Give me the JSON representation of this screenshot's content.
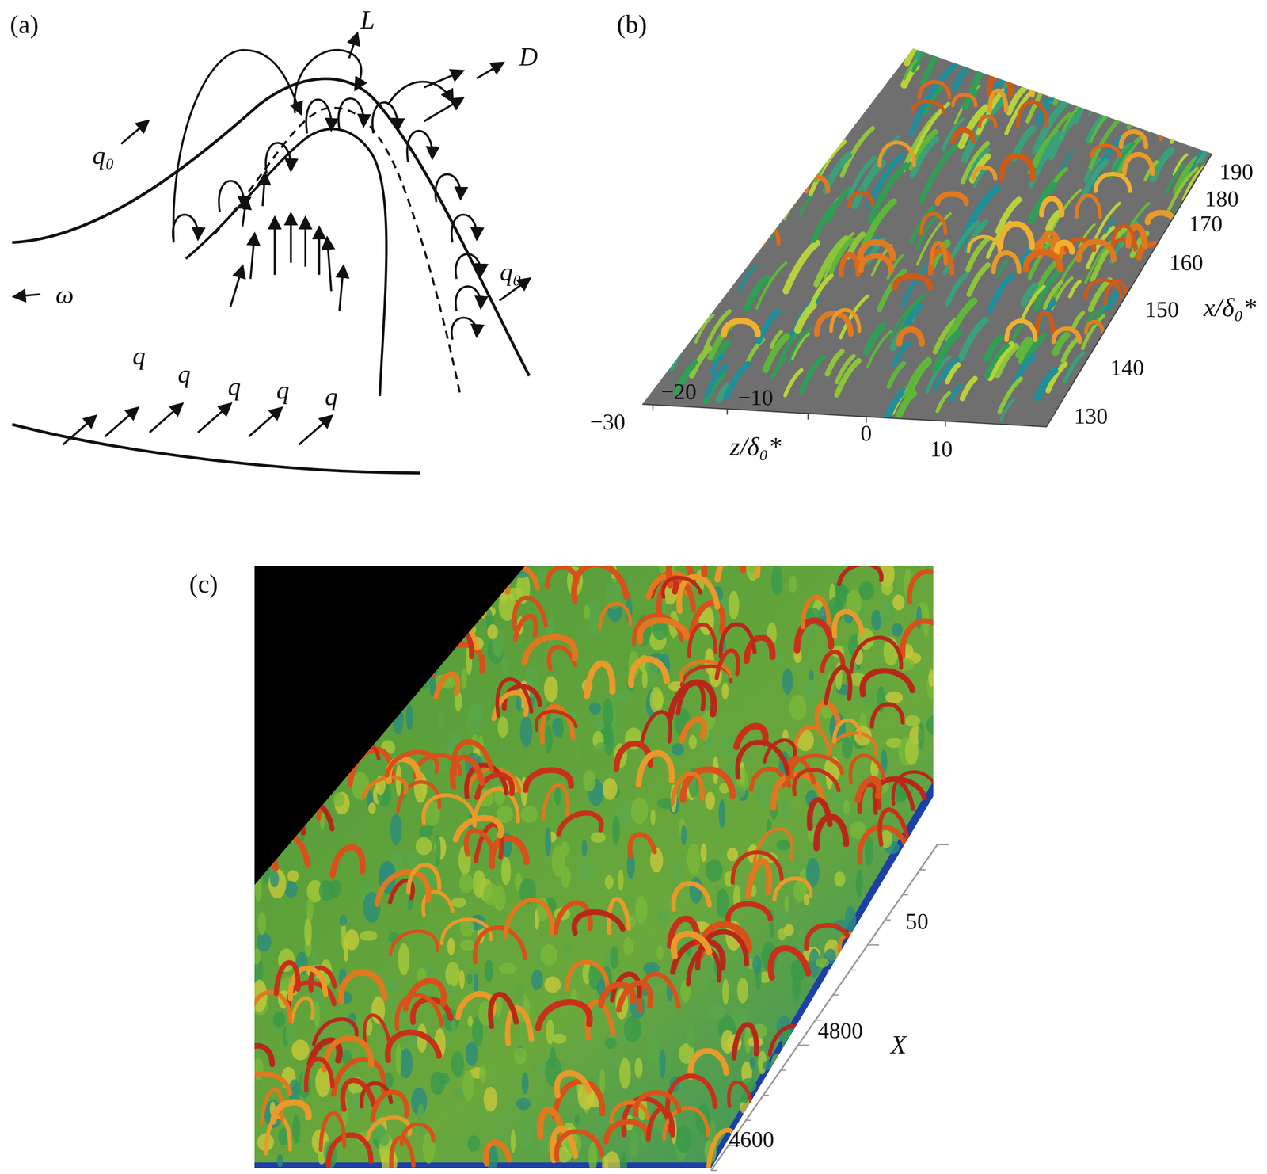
{
  "diagram": {
    "labels": [
      "(a)",
      "(b)",
      "(c)",
      "L",
      "D",
      "q₀",
      "q₀",
      "ω",
      "q",
      "q",
      "q",
      "q",
      "q",
      "190",
      "180",
      "170",
      "160",
      "150",
      "140",
      "130",
      "x/δ₀*",
      "−30",
      "−20",
      "−10",
      "0",
      "10",
      "z/δ₀*",
      "50",
      "4800",
      "X",
      "4600"
    ]
  }
}
